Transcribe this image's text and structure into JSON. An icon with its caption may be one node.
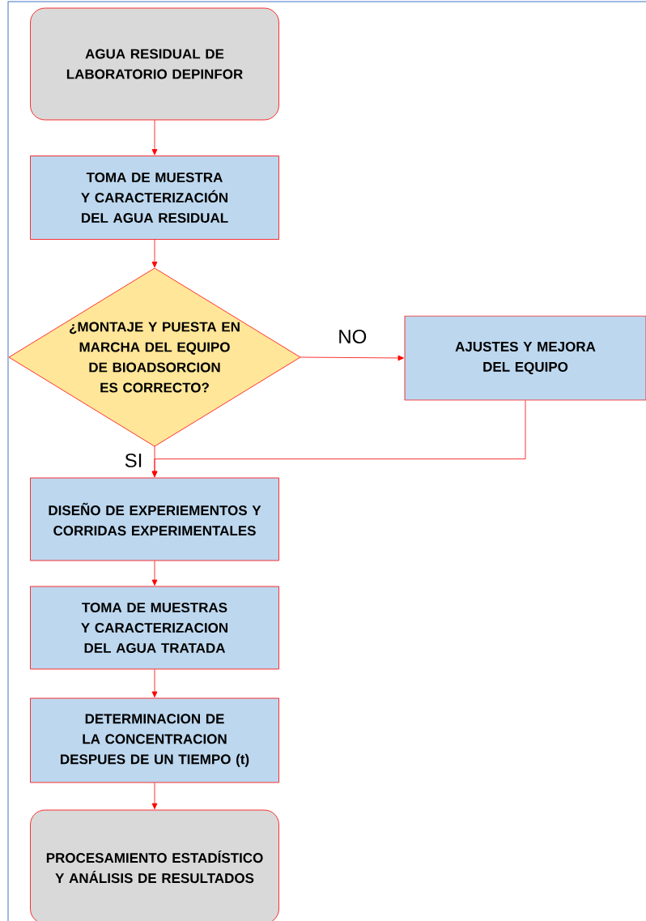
{
  "diagram": {
    "nodes": [
      {
        "text": [
          "AGUA RESIDUAL DE LABORATORIO DEPINFOR"
        ]
      },
      {
        "text": [
          "TOMA DE MUESTRA Y CARACTERIZACIÓN DEL AGUA RESIDUAL"
        ]
      },
      {
        "text": [
          "¿MONTAJE Y PUESTA EN MARCHA DEL EQUIPO DE BIOADSORCION ES CORRECTO?"
        ]
      },
      {
        "text": [
          "AJUSTES Y MEJORA DEL EQUIPO"
        ]
      },
      {
        "text": [
          "DISEÑO DE EXPERIEMENTOS Y CORRIDAS EXPERIMENTALES"
        ]
      },
      {
        "text": [
          "TOMA DE MUESTRAS Y CARACTERIZACION DEL AGUA TRATADA"
        ]
      },
      {
        "text": [
          "DETERMINACION DE LA CONCENTRACION DESPUES DE UN TIEMPO (t)"
        ]
      },
      {
        "text": [
          "PROCESAMIENTO ESTADÍSTICO Y ANÁLISIS DE RESULTADOS"
        ]
      }
    ],
    "edges": [
      {
        "from": 0,
        "to": 1,
        "arrow": "to"
      },
      {
        "from": 1,
        "to": 2,
        "arrow": "to"
      },
      {
        "from": 2,
        "to": 3,
        "arrow": "to",
        "label": "NO"
      },
      {
        "from": 2,
        "to": 4,
        "arrow": "to",
        "label": "SI"
      },
      {
        "from": 3,
        "to": 4,
        "arrow": "to"
      },
      {
        "from": 4,
        "to": 5,
        "arrow": "to"
      },
      {
        "from": 5,
        "to": 6,
        "arrow": "to"
      },
      {
        "from": 6,
        "to": 7,
        "arrow": "to"
      }
    ]
  }
}
